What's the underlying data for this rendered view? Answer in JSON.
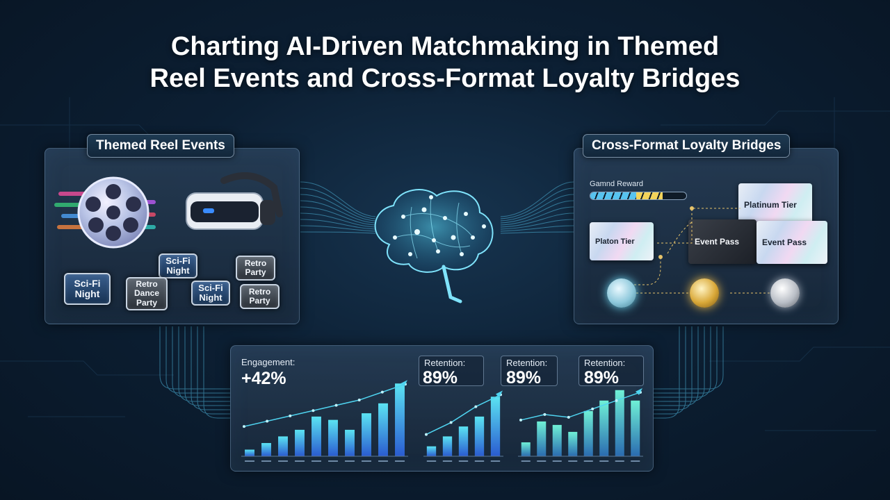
{
  "title": {
    "line1": "Charting AI-Driven Matchmaking in Themed",
    "line2": "Reel Events and Cross-Format Loyalty Bridges"
  },
  "themed_reel_events": {
    "heading": "Themed Reel Events",
    "icons": [
      "film-reel-icon",
      "vr-headset-icon"
    ],
    "chips": [
      {
        "text": "Sci-Fi Night",
        "style": "blue"
      },
      {
        "text": "Sci-Fi Night",
        "style": "blue"
      },
      {
        "text": "Retro Dance Party",
        "style": "grey"
      },
      {
        "text": "Sci-Fi Night",
        "style": "blue"
      },
      {
        "text": "Retro Party",
        "style": "grey"
      },
      {
        "text": "Retro Party",
        "style": "grey"
      }
    ]
  },
  "loyalty_bridges": {
    "heading": "Cross-Format Loyalty Bridges",
    "reward_label": "Gamnd Reward",
    "reward_progress": 0.75,
    "cards": {
      "platinum_top": "Platinum Tier",
      "platinum_left": "Platon Tier",
      "event_pass_dark": "Event Pass",
      "event_pass_holo": "Event Pass"
    },
    "coins": [
      "silver-blue-coin",
      "gold-coin",
      "silver-coin"
    ]
  },
  "center_icon": "ai-brain-icon",
  "metrics": {
    "engagement_label": "Engagement:",
    "engagement_value": "+42%",
    "retention": [
      {
        "label": "Retention:",
        "value": "89%"
      },
      {
        "label": "Retention:",
        "value": "89%"
      },
      {
        "label": "Retention:",
        "value": "89%"
      }
    ]
  },
  "colors": {
    "accent_cyan": "#4fd4f0",
    "bar_top": "#5be3f2",
    "bar_bottom": "#2a5bd0",
    "background": "#0c1f33"
  },
  "chart_data": [
    {
      "type": "bar",
      "values": [
        1,
        2,
        3,
        4,
        6,
        5.5,
        4,
        6.5,
        8,
        11
      ],
      "trend": [
        3,
        4,
        5,
        6,
        7,
        8,
        9.5,
        11
      ],
      "grid": false
    },
    {
      "type": "bar",
      "values": [
        1,
        2,
        3,
        4,
        6
      ],
      "trend": [
        1,
        2.5,
        4.5,
        6
      ],
      "grid": false
    },
    {
      "type": "bar",
      "values": [
        2,
        5,
        4.5,
        3.5,
        6.5,
        8,
        9.5,
        8
      ],
      "trend": [
        4,
        5,
        4.5,
        6,
        7.5,
        9
      ],
      "grid": false
    }
  ]
}
